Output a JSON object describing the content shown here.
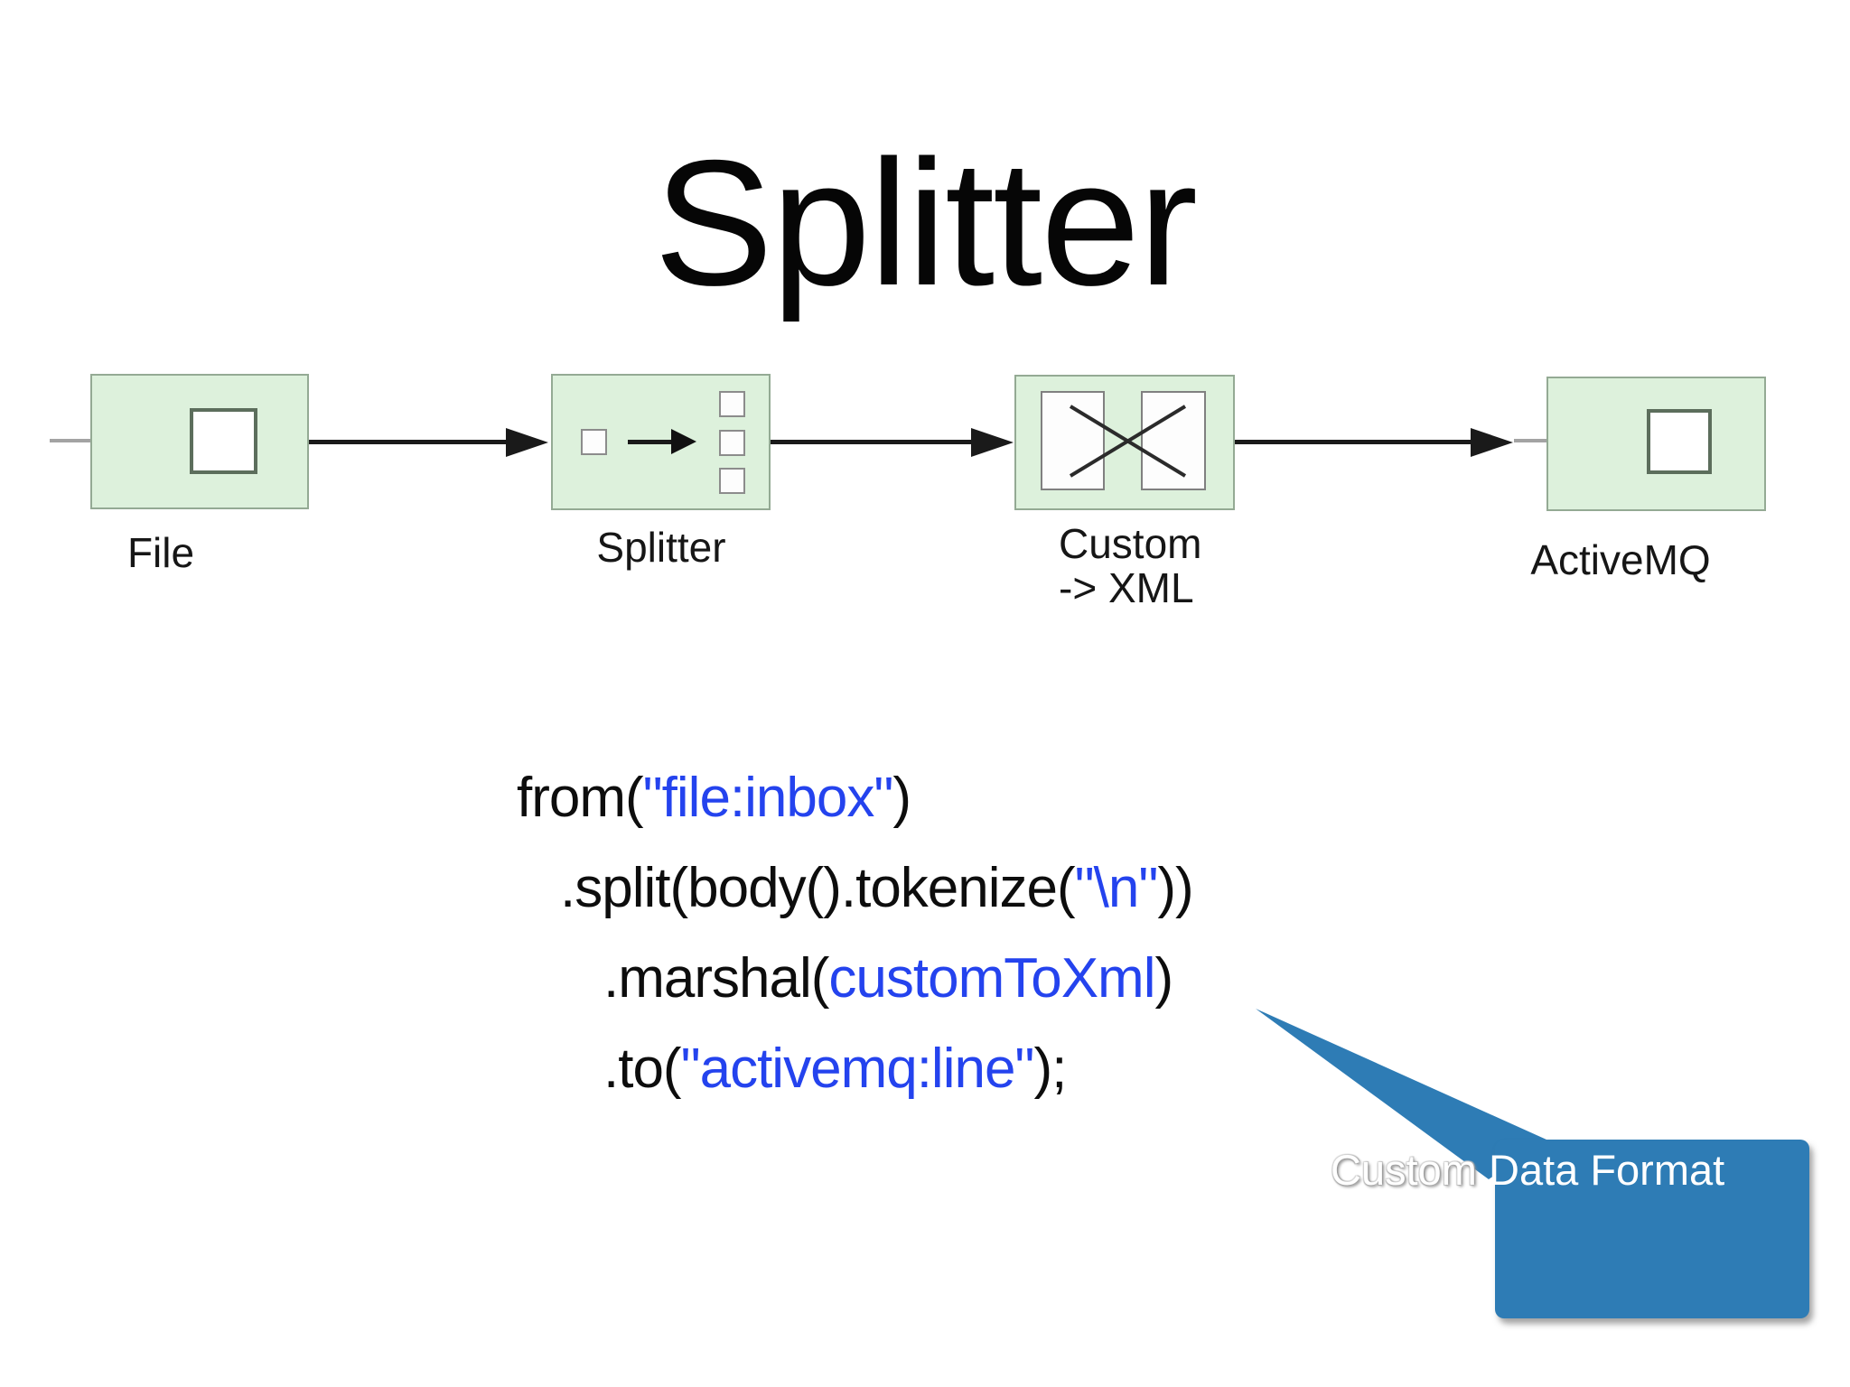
{
  "slide": {
    "title": "Splitter"
  },
  "diagram": {
    "nodes": [
      {
        "id": "file",
        "label": "File"
      },
      {
        "id": "splitter",
        "label": "Splitter"
      },
      {
        "id": "custom-xml",
        "label_line1": "Custom",
        "label_line2": "-> XML"
      },
      {
        "id": "activemq",
        "label": "ActiveMQ"
      }
    ],
    "colors": {
      "node_fill": "#ddf1dc",
      "node_border": "#94aa94",
      "square_border": "#5c6e5c",
      "small_square_border": "#8c8c8c",
      "arrow_black": "#1a1a1a",
      "arrow_gray": "#a3a3a3"
    }
  },
  "code": {
    "color": "#0d0d0d",
    "literal_color": "#2443ee",
    "lines": [
      {
        "indent_level": 0,
        "segments": [
          {
            "t": "from(",
            "c": "plain"
          },
          {
            "t": "\"file:inbox\"",
            "c": "literal"
          },
          {
            "t": ")",
            "c": "plain"
          }
        ]
      },
      {
        "indent_level": 1,
        "segments": [
          {
            "t": ".split(body().tokenize(",
            "c": "plain"
          },
          {
            "t": "\"\\n\"",
            "c": "literal"
          },
          {
            "t": "))",
            "c": "plain"
          }
        ]
      },
      {
        "indent_level": 2,
        "segments": [
          {
            "t": ".marshal(",
            "c": "plain"
          },
          {
            "t": "customToXml",
            "c": "literal"
          },
          {
            "t": ")",
            "c": "plain"
          }
        ]
      },
      {
        "indent_level": 2,
        "segments": [
          {
            "t": ".to(",
            "c": "plain"
          },
          {
            "t": "\"activemq:line\"",
            "c": "literal"
          },
          {
            "t": ");",
            "c": "plain"
          }
        ]
      }
    ]
  },
  "callout": {
    "ghost_label": "Custom",
    "label": "Data Format",
    "fill": "#2e7cb5"
  }
}
